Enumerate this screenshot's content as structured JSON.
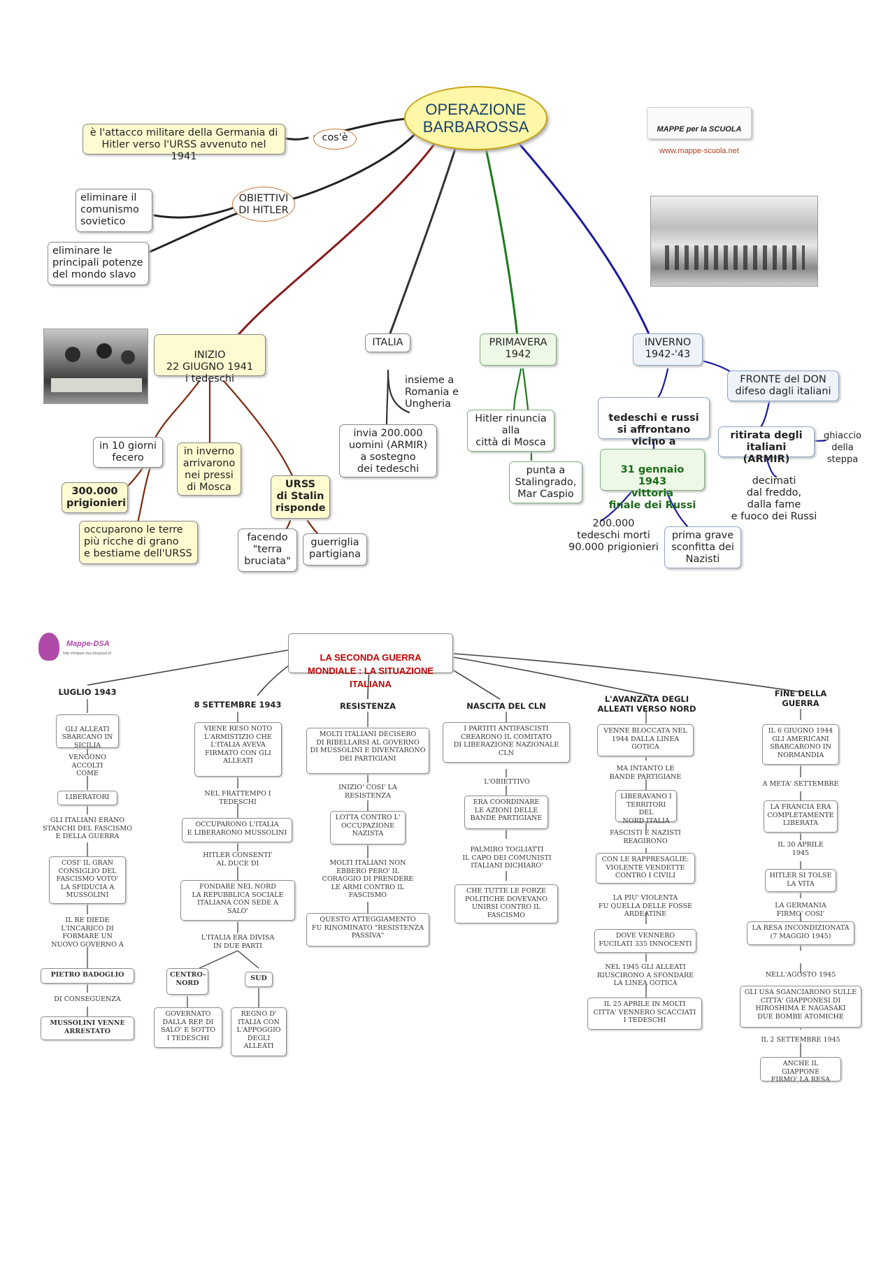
{
  "map1": {
    "title": "OPERAZIONE\nBARBAROSSA",
    "badge": {
      "line1": "MAPPE per la SCUOLA",
      "line2": "www.mappe-scuola.net"
    },
    "cose_label": "cos'è",
    "definition": "è l'attacco militare della Germania di\nHitler verso l'URSS avvenuto nel 1941",
    "obiettivi": "OBIETTIVI\nDI HITLER",
    "obj1": "eliminare il\ncomunismo\nsovietico",
    "obj2": "eliminare le\nprincipali potenze\ndel mondo slavo",
    "inizio": "INIZIO\n22 GIUGNO 1941\ni tedeschi",
    "dieci": "in 10 giorni\nfecero",
    "prigionieri": "300.000\nprigionieri",
    "terre": "occuparono le terre\npiù ricche di grano\ne bestiame dell'URSS",
    "inverno_mosca": "in inverno\narrivarono\nnei pressi\ndi Mosca",
    "urss": "URSS\ndi Stalin\nrisponde",
    "terra_bruciata": "facendo\n\"terra\nbruciata\"",
    "guerriglia": "guerriglia\npartigiana",
    "italia": "ITALIA",
    "insieme": "insieme a\nRomania e\nUngheria",
    "armir": "invia 200.000\nuomini (ARMIR)\na sostegno\ndei tedeschi",
    "primavera": "PRIMAVERA\n1942",
    "rinuncia": "Hitler rinuncia\nalla\ncittà di Mosca",
    "punta": "punta a\nStalingrado,\nMar Caspio",
    "inverno": "INVERNO\n1942-'43",
    "affrontano": "tedeschi e russi\nsi affrontano\nvicino a Stalingrado",
    "vittoria": "31 gennaio 1943\nvittoria\nfinale dei Russi",
    "morti": "200.000\ntedeschi morti\n90.000 prigionieri",
    "sconfitta": "prima grave\nsconfitta dei\nNazisti",
    "fronte": "FRONTE del DON\ndifeso dagli italiani",
    "ritirata": "ritirata degli\nitaliani (ARMIR)",
    "ghiaccio": "ghiaccio\ndella\nsteppa",
    "decimati": "decimati\ndal freddo,\ndalla fame\ne fuoco dei Russi"
  },
  "map2": {
    "logo_name": "Mappe-DSA",
    "logo_url": "http://mappe-dsa.blogspot.it/",
    "title": "LA SECONDA GUERRA\nMONDIALE : LA SITUAZIONE\nITALIANA",
    "luglio": {
      "head": "LUGLIO 1943",
      "c1": "GLI ALLEATI\nSBARCANO IN\nSICILIA",
      "t1": "VENGONO\nACCOLTI\nCOME",
      "c2": "LIBERATORI",
      "t2": "GLI ITALIANI ERANO\nSTANCHI DEL FASCISMO\nE DELLA GUERRA",
      "c3": "COSI' IL GRAN\nCONSIGLIO DEL\nFASCISMO VOTO'\nLA SFIDUCIA A\nMUSSOLINI",
      "t3": "IL RE DIEDE\nL'INCARICO DI\nFORMARE UN\nNUOVO GOVERNO A",
      "c4": "PIETRO BADOGLIO",
      "t4": "DI CONSEGUENZA",
      "c5": "MUSSOLINI VENNE\nARRESTATO"
    },
    "settembre": {
      "head": "8 SETTEMBRE 1943",
      "c1": "VIENE RESO NOTO\nL'ARMISTIZIO CHE\nL'ITALIA AVEVA\nFIRMATO CON GLI\nALLEATI",
      "t1": "NEL FRATTEMPO I\nTEDESCHI",
      "c2": "OCCUPARONO L'ITALIA\nE LIBERARONO MUSSOLINI",
      "t2": "HITLER CONSENTI'\nAL DUCE DI",
      "c3": "FONDARE NEL NORD\nLA REPUBBLICA SOCIALE\nITALIANA CON SEDE A\nSALO'",
      "t3": "L'ITALIA ERA DIVISA\nIN DUE PARTI",
      "cn": "CENTRO-\nNORD",
      "sud": "SUD",
      "cn2": "GOVERNATO\nDALLA REP. DI\nSALO' E SOTTO\nI TEDESCHI",
      "sud2": "REGNO D'\nITALIA CON\nL'APPOGGIO\nDEGLI\nALLEATI"
    },
    "resistenza": {
      "head": "RESISTENZA",
      "c1": "MOLTI ITALIANI DECISERO\nDI RIBELLARSI AL GOVERNO\nDI MUSSOLINI E DIVENTARONO\nDEI PARTIGIANI",
      "t1": "INIZIO' COSI' LA\nRESISTENZA",
      "c2": "LOTTA CONTRO L'\nOCCUPAZIONE\nNAZISTA",
      "t2": "MOLTI ITALIANI NON\nEBBERO PERO' IL\nCORAGGIO DI PRENDERE\nLE ARMI CONTRO IL\nFASCISMO",
      "c3": "QUESTO ATTEGGIAMENTO\nFU RINOMINATO \"RESISTENZA\nPASSIVA\""
    },
    "cln": {
      "head": "NASCITA DEL CLN",
      "c1": "I PARTITI ANTIFASCISTI\nCREARONO IL COMITATO\nDI LIBERAZIONE NAZIONALE\nCLN",
      "t1": "L'OBIETTIVO",
      "c2": "ERA COORDINARE\nLE AZIONI DELLE\nBANDE PARTIGIANE",
      "t2": "PALMIRO TOGLIATTI\nIL CAPO DEI COMUNISTI\nITALIANI DICHIARO'",
      "c3": "CHE TUTTE LE FORZE\nPOLITICHE DOVEVANO\nUNIRSI CONTRO IL\nFASCISMO"
    },
    "avanzata": {
      "head": "L'AVANZATA DEGLI\nALLEATI VERSO NORD",
      "c1": "VENNE BLOCCATA NEL\n1944 DALLA LINEA\nGOTICA",
      "t1": "MA INTANTO LE\nBANDE PARTIGIANE",
      "c2": "LIBERAVANO I\nTERRITORI DEL\nNORD ITALIA",
      "t2": "FASCISTI E NAZISTI\nREAGIRONO",
      "c3": "CON LE RAPPRESAGLIE:\nVIOLENTE VENDETTE\nCONTRO I CIVILI",
      "t3": "LA PIU' VIOLENTA\nFU QUELLA DELLE FOSSE\nARDEATINE",
      "c4": "DOVE VENNERO\nFUCILATI 335 INNOCENTI",
      "t4": "NEL 1945 GLI ALLEATI\nRIUSCIRONO A SFONDARE\nLA LINEA GOTICA",
      "c5": "IL 25 APRILE IN MOLTI\nCITTA' VENNERO SCACCIATI\nI TEDESCHI"
    },
    "fine": {
      "head": "FINE DELLA\nGUERRA",
      "c1": "IL 6 GIUGNO 1944\nGLI AMERICANI\nSBARCARONO IN\nNORMANDIA",
      "t1": "A META' SETTEMBRE",
      "c2": "LA FRANCIA ERA\nCOMPLETAMENTE\nLIBERATA",
      "t2": "IL 30 APRILE\n1945",
      "c3": "HITLER SI TOLSE\nLA VITA",
      "t3": "LA GERMANIA\nFIRMO' COSI'",
      "c4": "LA RESA INCONDIZIONATA\n(7 MAGGIO 1945)",
      "t4": "NELL'AGOSTO 1945",
      "c5": "GLI USA SGANCIARONO SULLE\nCITTA' GIAPPONESI DI\nHIROSHIMA E NAGASAKI\nDUE BOMBE ATOMICHE",
      "t5": "IL 2 SETTEMBRE 1945",
      "c6": "ANCHE IL GIAPPONE\nFIRMO' LA RESA"
    }
  }
}
